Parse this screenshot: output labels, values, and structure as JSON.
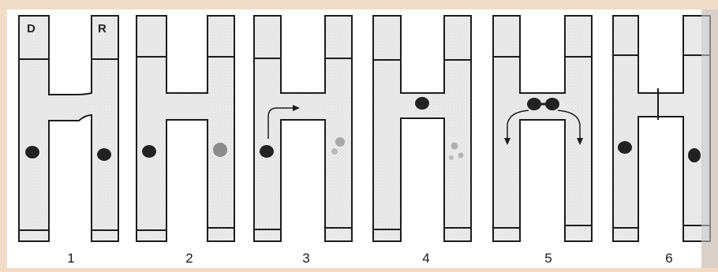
{
  "labels": {
    "left_cell": "D",
    "right_cell": "R"
  },
  "panels": [
    {
      "number": "1"
    },
    {
      "number": "2"
    },
    {
      "number": "3"
    },
    {
      "number": "4"
    },
    {
      "number": "5"
    },
    {
      "number": "6"
    }
  ],
  "colors": {
    "background": "#f1dcc8",
    "paper": "#ffffff",
    "cytoplasm": "#e9e9e9",
    "outline": "#1c1c1c",
    "nucleus": "#222222",
    "degrading_nucleus": "#8c8c8c"
  }
}
